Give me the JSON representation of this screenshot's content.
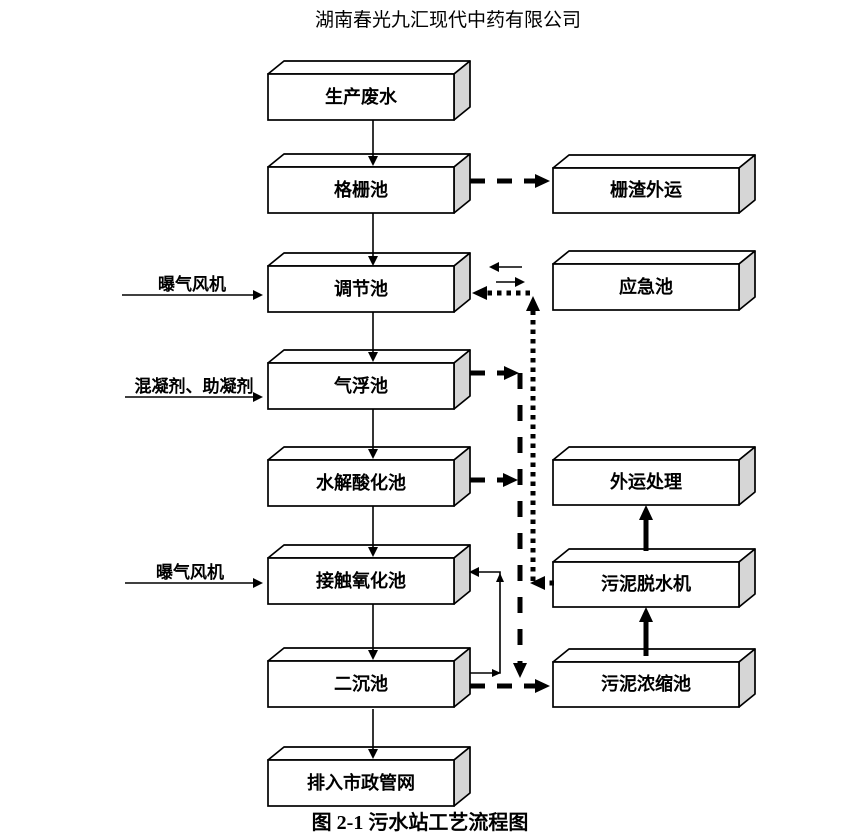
{
  "page": {
    "title": "湖南春光九汇现代中药有限公司",
    "caption": "图 2-1 污水站工艺流程图"
  },
  "colors": {
    "line": "#000000",
    "box_fill": "#ffffff",
    "box_side_fill": "#d6d6d6",
    "background": "#ffffff"
  },
  "nodes": {
    "production_wastewater": {
      "label": "生产废水"
    },
    "grid_pool": {
      "label": "格栅池"
    },
    "regulation_pool": {
      "label": "调节池"
    },
    "air_flotation_pool": {
      "label": "气浮池"
    },
    "hydrolysis_acidification_pool": {
      "label": "水解酸化池"
    },
    "contact_oxidation_pool": {
      "label": "接触氧化池"
    },
    "secondary_sedimentation_pool": {
      "label": "二沉池"
    },
    "municipal_pipe_network": {
      "label": "排入市政管网"
    },
    "grid_residue_transport": {
      "label": "栅渣外运"
    },
    "emergency_pool": {
      "label": "应急池"
    },
    "external_treatment": {
      "label": "外运处理"
    },
    "sludge_dewatering_machine": {
      "label": "污泥脱水机"
    },
    "sludge_thickening_pool": {
      "label": "污泥浓缩池"
    }
  },
  "inputs": {
    "aeration_blower_1": {
      "label": "曝气风机"
    },
    "coagulant_flocculant": {
      "label": "混凝剂、助凝剂"
    },
    "aeration_blower_2": {
      "label": "曝气风机"
    }
  },
  "edges": [
    {
      "from": "生产废水",
      "to": "格栅池",
      "style": "solid-thin"
    },
    {
      "from": "格栅池",
      "to": "调节池",
      "style": "solid-thin"
    },
    {
      "from": "调节池",
      "to": "气浮池",
      "style": "solid-thin"
    },
    {
      "from": "气浮池",
      "to": "水解酸化池",
      "style": "solid-thin"
    },
    {
      "from": "水解酸化池",
      "to": "接触氧化池",
      "style": "solid-thin"
    },
    {
      "from": "接触氧化池",
      "to": "二沉池",
      "style": "solid-thin"
    },
    {
      "from": "二沉池",
      "to": "排入市政管网",
      "style": "solid-thin"
    },
    {
      "from": "曝气风机",
      "to": "调节池",
      "style": "solid-thin"
    },
    {
      "from": "混凝剂、助凝剂",
      "to": "气浮池",
      "style": "solid-thin"
    },
    {
      "from": "曝气风机",
      "to": "接触氧化池",
      "style": "solid-thin"
    },
    {
      "from": "格栅池",
      "to": "栅渣外运",
      "style": "dashed-thick"
    },
    {
      "from": "调节池",
      "to": "应急池",
      "style": "two-way-thin"
    },
    {
      "from": "气浮池",
      "to": "污泥浓缩池",
      "style": "dashed-thick"
    },
    {
      "from": "水解酸化池",
      "to": "污泥浓缩池",
      "style": "dashed-thick"
    },
    {
      "from": "二沉池",
      "to": "污泥浓缩池",
      "style": "dashed-thick"
    },
    {
      "from": "二沉池",
      "to": "接触氧化池",
      "style": "solid-thin-return"
    },
    {
      "from": "污泥浓缩池",
      "to": "污泥脱水机",
      "style": "solid-thick"
    },
    {
      "from": "污泥脱水机",
      "to": "外运处理",
      "style": "solid-thick"
    },
    {
      "from": "污泥脱水机",
      "to": "调节池",
      "style": "dotted-thick"
    }
  ]
}
